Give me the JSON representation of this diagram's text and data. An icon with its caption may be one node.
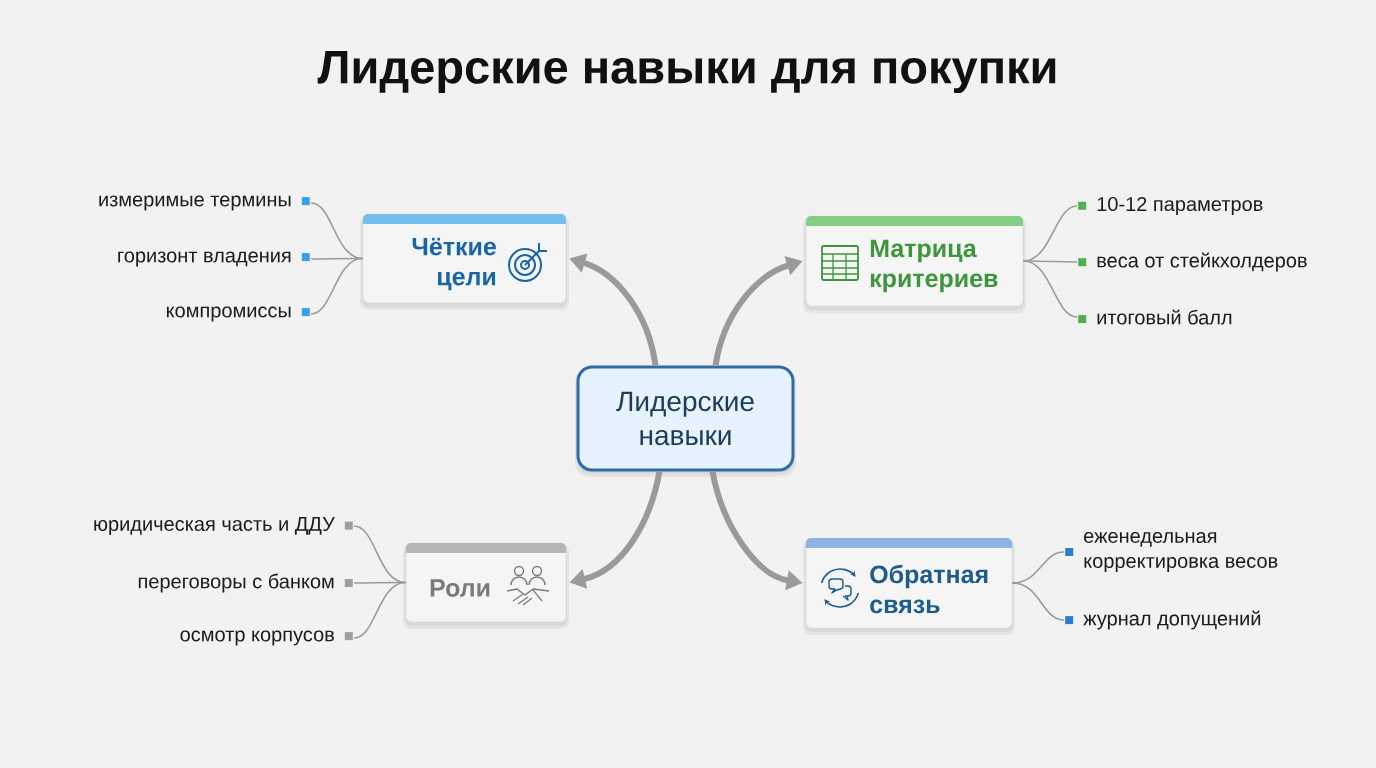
{
  "diagram": {
    "title": "Лидерские навыки для покупки",
    "nodes": [
      {
        "text": [
          "Лидерские навыки"
        ]
      },
      {
        "text": [
          "Чёткие цели"
        ]
      },
      {
        "text": [
          "Матрица критериев"
        ]
      },
      {
        "text": [
          "Роли"
        ]
      },
      {
        "text": [
          "Обратная связь"
        ]
      },
      {
        "text": [
          "измеримые термины"
        ]
      },
      {
        "text": [
          "горизонт владения"
        ]
      },
      {
        "text": [
          "компромиссы"
        ]
      },
      {
        "text": [
          "10-12 параметров"
        ]
      },
      {
        "text": [
          "веса от стейкхолдеров"
        ]
      },
      {
        "text": [
          "итоговый балл"
        ]
      },
      {
        "text": [
          "юридическая часть и ДДУ"
        ]
      },
      {
        "text": [
          "переговоры с банком"
        ]
      },
      {
        "text": [
          "осмотр корпусов"
        ]
      },
      {
        "text": [
          "еженедельная корректировка весов"
        ]
      },
      {
        "text": [
          "журнал допущений"
        ]
      }
    ],
    "edges": [
      {
        "from": 0,
        "to": 1,
        "arrow": "to",
        "style": "thick"
      },
      {
        "from": 0,
        "to": 2,
        "arrow": "to",
        "style": "thick"
      },
      {
        "from": 0,
        "to": 3,
        "arrow": "to",
        "style": "thick"
      },
      {
        "from": 0,
        "to": 4,
        "arrow": "to",
        "style": "thick"
      },
      {
        "from": 1,
        "to": 5,
        "arrow": "none"
      },
      {
        "from": 1,
        "to": 6,
        "arrow": "none"
      },
      {
        "from": 1,
        "to": 7,
        "arrow": "none"
      },
      {
        "from": 2,
        "to": 8,
        "arrow": "none"
      },
      {
        "from": 2,
        "to": 9,
        "arrow": "none"
      },
      {
        "from": 2,
        "to": 10,
        "arrow": "none"
      },
      {
        "from": 3,
        "to": 11,
        "arrow": "none"
      },
      {
        "from": 3,
        "to": 12,
        "arrow": "none"
      },
      {
        "from": 3,
        "to": 13,
        "arrow": "none"
      },
      {
        "from": 4,
        "to": 14,
        "arrow": "none"
      },
      {
        "from": 4,
        "to": 15,
        "arrow": "none"
      }
    ]
  }
}
